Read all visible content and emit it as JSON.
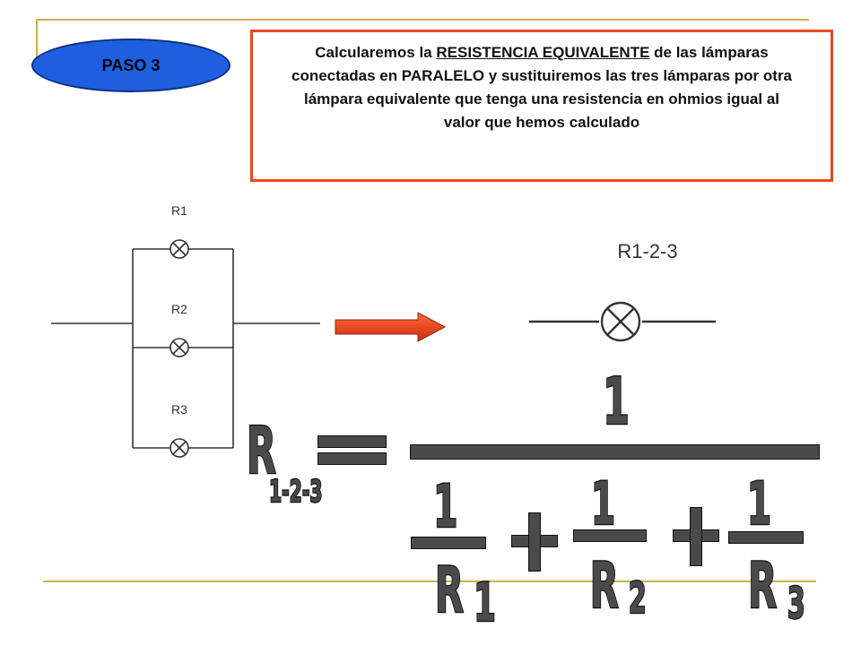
{
  "badge": {
    "text": "PASO 3",
    "color": "#1e5fe0"
  },
  "description": {
    "before": "Calcularemos la ",
    "highlight": "RESISTENCIA EQUIVALENTE",
    "after": " de las lámparas conectadas en PARALELO y sustituiremos las tres lámparas por otra lámpara equivalente que tenga una resistencia en ohmios igual al valor que hemos calculado",
    "border_color": "#e8491d"
  },
  "circuit": {
    "lamps": [
      "R1",
      "R2",
      "R3"
    ],
    "equivalent": "R1-2-3",
    "arrow_color": "#e8491d"
  },
  "formula": {
    "lhs_letter": "R",
    "lhs_sub": "1-2-3",
    "numerator": "1",
    "terms": [
      {
        "num": "1",
        "letter": "R",
        "sub": "1"
      },
      {
        "num": "1",
        "letter": "R",
        "sub": "2"
      },
      {
        "num": "1",
        "letter": "R",
        "sub": "3"
      }
    ],
    "plus": "+"
  },
  "accent": "#c9b24a"
}
